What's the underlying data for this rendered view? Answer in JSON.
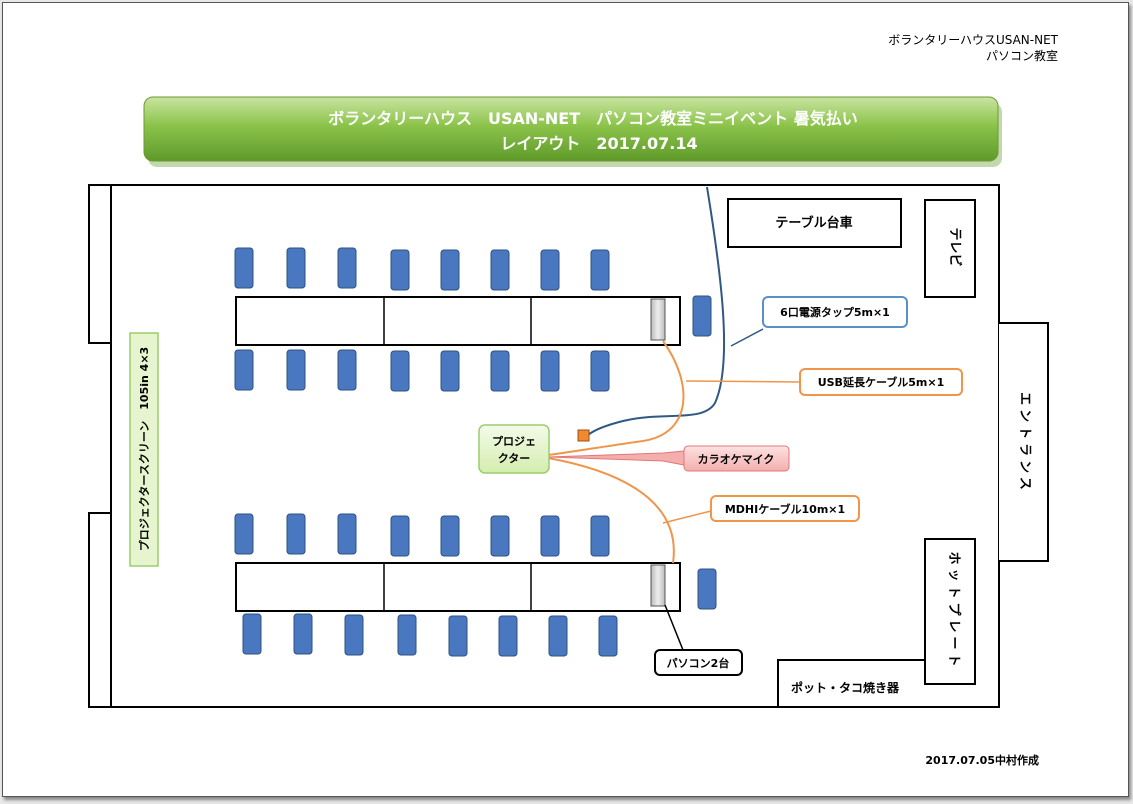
{
  "org": {
    "line1": "ボランタリーハウスUSAN-NET",
    "line2": "パソコン教室"
  },
  "banner": {
    "line1": "ボランタリーハウス　USAN-NET　パソコン教室ミニイベント 暑気払い",
    "line2": "レイアウト　2017.07.14"
  },
  "labels": {
    "table_cart": "テーブル台車",
    "tv": "テレビ",
    "entrance": "エントランス",
    "hot_plate": "ホットプレート",
    "pot_takoyaki": "ポット・タコ焼き器",
    "screen": "プロジェクタースクリーン　105in 4×3",
    "projector_line1": "プロジェ",
    "projector_line2": "クター",
    "power_tap": "6口電源タップ5m×1",
    "usb_cable": "USB延長ケーブル5m×1",
    "karaoke_mic": "カラオケマイク",
    "mdhi_cable": "MDHIケーブル10m×1",
    "pcs": "パソコン2台"
  },
  "footer": {
    "author": "2017.07.05中村作成"
  },
  "colors": {
    "green": "#8bc34a",
    "chair": "#4a78c0",
    "orange": "#f0954a",
    "navy": "#2f5884",
    "pink": "#f8c6c6",
    "lightgreen": "#e6f5cf"
  }
}
